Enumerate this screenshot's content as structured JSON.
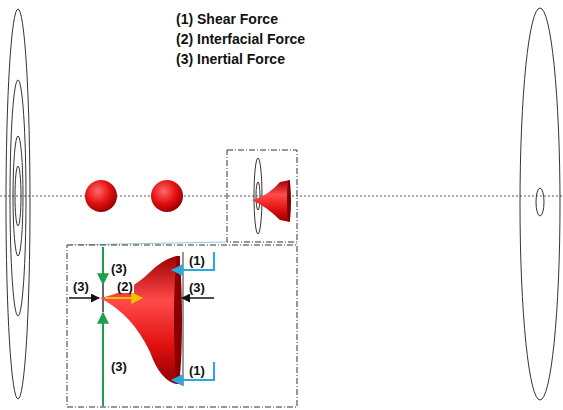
{
  "diagram": {
    "labels": [
      "(1) Shear Force",
      "(2) Interfacial Force",
      "(3) Inertial Force",
      "(3)",
      "(1)",
      "(3)",
      "(2)",
      "(3)",
      "(1)",
      "(3)"
    ]
  }
}
